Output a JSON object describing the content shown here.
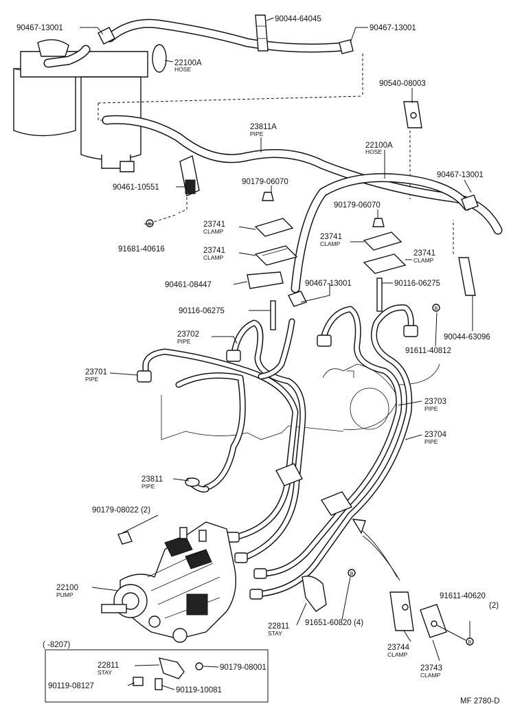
{
  "labels": [
    {
      "id": "l1",
      "num": "90467-13001",
      "name": ""
    },
    {
      "id": "l2",
      "num": "90044-64045",
      "name": ""
    },
    {
      "id": "l3",
      "num": "90467-13001",
      "name": ""
    },
    {
      "id": "l4",
      "num": "22100A",
      "name": "HOSE"
    },
    {
      "id": "l5",
      "num": "90540-08003",
      "name": ""
    },
    {
      "id": "l6",
      "num": "23811A",
      "name": "PIPE"
    },
    {
      "id": "l7",
      "num": "22100A",
      "name": "HOSE"
    },
    {
      "id": "l8",
      "num": "90467-13001",
      "name": ""
    },
    {
      "id": "l9",
      "num": "90461-10551",
      "name": ""
    },
    {
      "id": "l10",
      "num": "90179-06070",
      "name": ""
    },
    {
      "id": "l11",
      "num": "90179-06070",
      "name": ""
    },
    {
      "id": "l12",
      "num": "23741",
      "name": "CLAMP"
    },
    {
      "id": "l13",
      "num": "23741",
      "name": "CLAMP"
    },
    {
      "id": "l14",
      "num": "23741",
      "name": "CLAMP"
    },
    {
      "id": "l15",
      "num": "23741",
      "name": "CLAMP"
    },
    {
      "id": "l16",
      "num": "91681-40616",
      "name": ""
    },
    {
      "id": "l17",
      "num": "90461-08447",
      "name": ""
    },
    {
      "id": "l18",
      "num": "90467-13001",
      "name": ""
    },
    {
      "id": "l19",
      "num": "90116-06275",
      "name": ""
    },
    {
      "id": "l20",
      "num": "90116-06275",
      "name": ""
    },
    {
      "id": "l21",
      "num": "90044-63096",
      "name": ""
    },
    {
      "id": "l22",
      "num": "23702",
      "name": "PIPE"
    },
    {
      "id": "l23",
      "num": "91611-40812",
      "name": ""
    },
    {
      "id": "l24",
      "num": "23701",
      "name": "PIPE"
    },
    {
      "id": "l25",
      "num": "23703",
      "name": "PIPE"
    },
    {
      "id": "l26",
      "num": "23704",
      "name": "PIPE"
    },
    {
      "id": "l27",
      "num": "23811",
      "name": "PIPE"
    },
    {
      "id": "l28",
      "num": "90179-08022 (2)",
      "name": ""
    },
    {
      "id": "l29",
      "num": "22100",
      "name": "PUMP"
    },
    {
      "id": "l30",
      "num": "22811",
      "name": "STAY"
    },
    {
      "id": "l31",
      "num": "91651-60820 (4)",
      "name": ""
    },
    {
      "id": "l32",
      "num": "91611-40620",
      "name": "(2)"
    },
    {
      "id": "l33",
      "num": "23744",
      "name": "CLAMP"
    },
    {
      "id": "l34",
      "num": "23743",
      "name": "CLAMP"
    },
    {
      "id": "l35",
      "num": "22811",
      "name": "STAY"
    },
    {
      "id": "l36",
      "num": "90179-08001",
      "name": ""
    },
    {
      "id": "l37",
      "num": "90119-08127",
      "name": ""
    },
    {
      "id": "l38",
      "num": "90119-10081",
      "name": ""
    }
  ],
  "inset": {
    "range": "(     -8207)"
  },
  "bolt_marker": "B",
  "figure_code": "MF 2780-D"
}
